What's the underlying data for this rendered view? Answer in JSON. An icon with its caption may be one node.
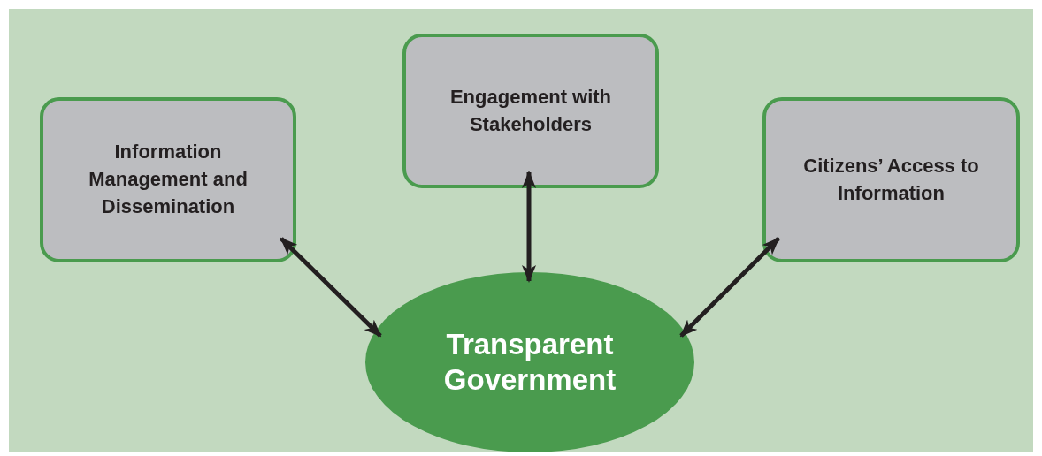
{
  "diagram": {
    "nodes": [
      {
        "text": [
          "Information Management and Dissemination"
        ]
      },
      {
        "text": [
          "Engagement with Stakeholders"
        ]
      },
      {
        "text": [
          "Citizens’ Access to Information"
        ]
      },
      {
        "text": [
          "Transparent Government"
        ]
      }
    ],
    "edges": [
      {
        "from": 3,
        "to": 0,
        "arrow": "both"
      },
      {
        "from": 3,
        "to": 1,
        "arrow": "both"
      },
      {
        "from": 3,
        "to": 2,
        "arrow": "both"
      }
    ]
  }
}
